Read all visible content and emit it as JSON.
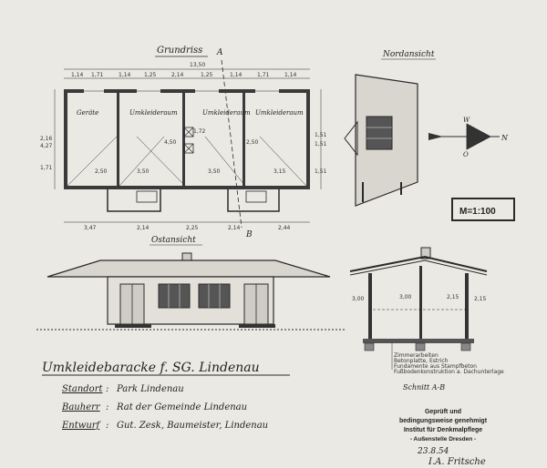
{
  "headings": {
    "plan": "Grundriss",
    "north": "Nordansicht",
    "east": "Ostansicht",
    "section": "Schnitt A-B"
  },
  "section_markers": {
    "a": "A",
    "b": "B"
  },
  "scale": "M=1:100",
  "rooms": [
    "Geräte",
    "Umkleideraum",
    "Umkleideraum",
    "Umkleideraum"
  ],
  "compass": {
    "n": "N",
    "o": "O",
    "w": "W"
  },
  "dims": {
    "total": "13,50",
    "top": [
      "1,14",
      "1,71",
      "1,14",
      "1,25",
      "2,14",
      "1,25",
      "1,14",
      "1,71",
      "1,14"
    ],
    "bottom": [
      "3,47",
      "2,14",
      "2,25",
      "2,14",
      "2,44"
    ],
    "inner": [
      "4,50",
      "3,50",
      "2,50",
      "3,50",
      "3,15",
      "1,72",
      "2,50"
    ],
    "left": [
      "2,16",
      "4,27",
      "1,71"
    ],
    "right": [
      "1,51",
      "1,51",
      "1,51"
    ],
    "section": [
      "3,00",
      "3,00",
      "2,15",
      "2,15"
    ]
  },
  "section_notes": [
    "Zimmerarbeiten",
    "Betonplatte, Estrich",
    "Fundamente aus Stampfbeton",
    "Fußbodenkonstruktion a. Dachunterlage"
  ],
  "title": "Umkleidebaracke f. SG. Lindenau",
  "info": [
    {
      "label": "Standort",
      "value": "Park Lindenau"
    },
    {
      "label": "Bauherr",
      "value": "Rat der Gemeinde Lindenau"
    },
    {
      "label": "Entwurf",
      "value": "Gut. Zesk, Baumeister, Lindenau"
    }
  ],
  "stamp": {
    "line1": "Geprüft und",
    "line2": "bedingungsweise genehmigt",
    "line3": "Institut für Denkmalpflege",
    "line4": "- Außenstelle Dresden -",
    "date": "23.8.54",
    "signature": "I.A. Fritsche"
  }
}
